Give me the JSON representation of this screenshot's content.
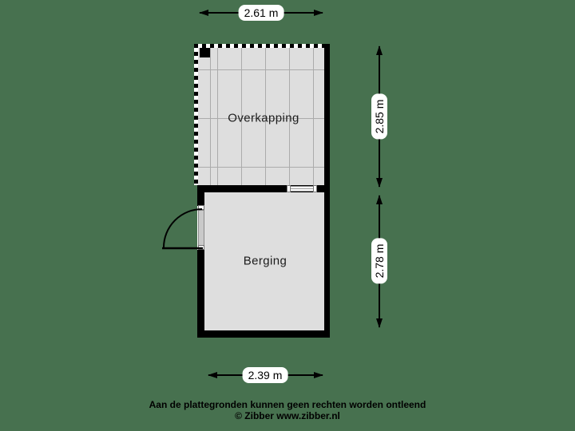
{
  "plan": {
    "rooms": [
      {
        "name": "Overkapping"
      },
      {
        "name": "Berging"
      }
    ],
    "dimensions": {
      "top": "2.61 m",
      "right_upper": "2.85 m",
      "right_lower": "2.78 m",
      "bottom": "2.39 m"
    }
  },
  "footer": {
    "disclaimer": "Aan de plattegronden kunnen geen rechten worden ontleend",
    "credit": "© Zibber www.zibber.nl"
  },
  "colors": {
    "background": "#47714f",
    "wall": "#000000",
    "room_fill": "#dedede",
    "grid_line": "#ababab",
    "label_background": "#ffffff"
  }
}
